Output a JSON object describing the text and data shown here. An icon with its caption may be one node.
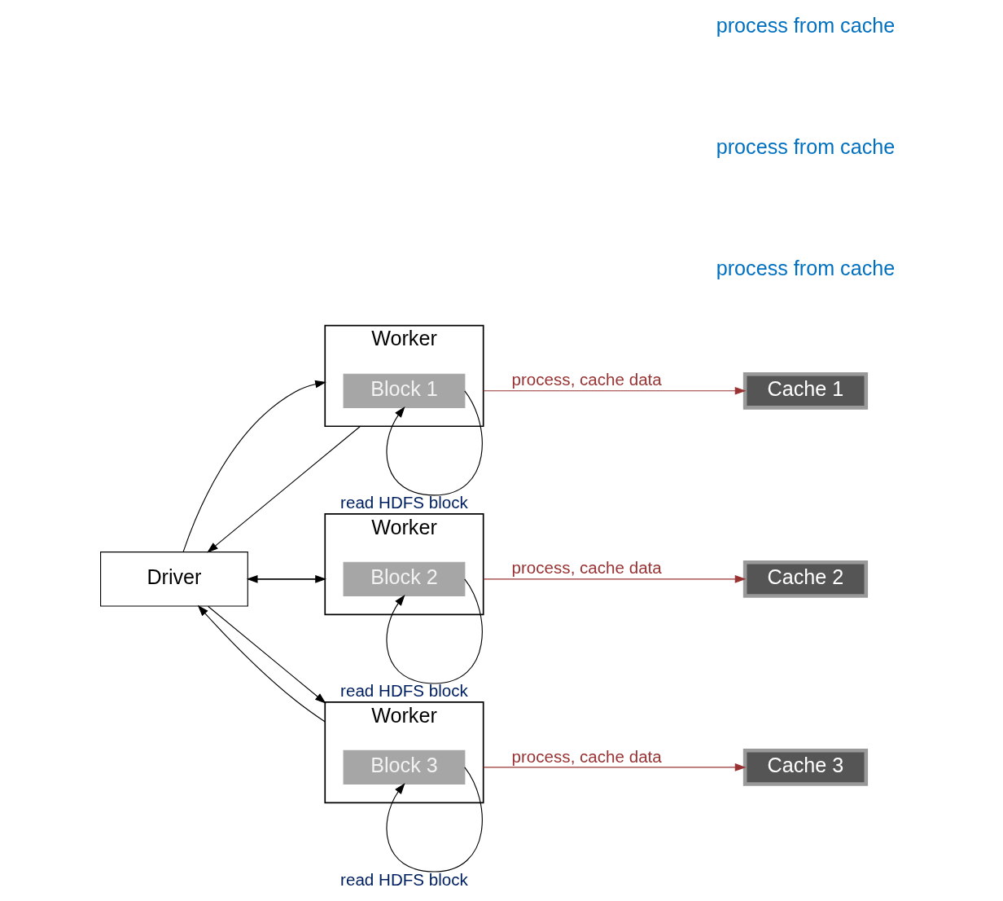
{
  "diagram": {
    "nodes": [
      {
        "text": [
          "Driver"
        ]
      },
      {
        "text": [
          "Worker"
        ]
      },
      {
        "text": [
          "Block 1"
        ],
        "in": 1
      },
      {
        "text": [
          "Cache 1"
        ]
      },
      {
        "text": [
          "Worker"
        ]
      },
      {
        "text": [
          "Block 2"
        ],
        "in": 4
      },
      {
        "text": [
          "Cache 2"
        ]
      },
      {
        "text": [
          "Worker"
        ]
      },
      {
        "text": [
          "Block 3"
        ],
        "in": 7
      },
      {
        "text": [
          "Cache 3"
        ]
      }
    ],
    "edges": [
      {
        "from": 0,
        "to": 1,
        "arrow": "to"
      },
      {
        "from": 1,
        "to": 0,
        "arrow": "to"
      },
      {
        "from": 0,
        "to": 4,
        "arrow": "to"
      },
      {
        "from": 4,
        "to": 0,
        "arrow": "to"
      },
      {
        "from": 0,
        "to": 7,
        "arrow": "to"
      },
      {
        "from": 7,
        "to": 0,
        "arrow": "to"
      },
      {
        "from": 1,
        "to": 3,
        "arrow": "to",
        "label": "process, cache data",
        "color": "#993333"
      },
      {
        "from": 2,
        "to": 1,
        "arrow": "to",
        "label": "read HDFS block"
      },
      {
        "from": 4,
        "to": 6,
        "arrow": "to",
        "label": "process, cache data",
        "color": "#993333"
      },
      {
        "from": 5,
        "to": 4,
        "arrow": "to",
        "label": "read HDFS block"
      },
      {
        "from": 7,
        "to": 9,
        "arrow": "to",
        "label": "process, cache data",
        "color": "#993333"
      },
      {
        "from": 8,
        "to": 7,
        "arrow": "to",
        "label": "read HDFS block"
      }
    ],
    "labels": [
      "process from cache",
      "process from cache",
      "process from cache"
    ]
  }
}
